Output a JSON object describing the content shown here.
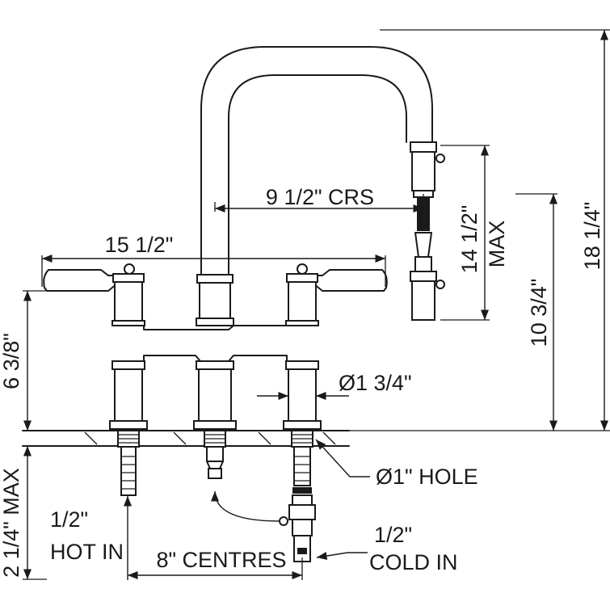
{
  "labels": {
    "crs": "9 1/2\" CRS",
    "width": "15 1/2\"",
    "height_deck": "6 3/8\"",
    "spray_max": "14 1/2\"",
    "spray_max_word": "MAX",
    "spout_height": "10 3/4\"",
    "total_height": "18 1/4\"",
    "shank_dia": "Ø1 3/4\"",
    "hole": "Ø1\" HOLE",
    "below_max": "2 1/4\" MAX",
    "hot_size": "1/2\"",
    "hot_in": "HOT IN",
    "centres": "8\" CENTRES",
    "cold_size": "1/2\"",
    "cold_in": "COLD IN"
  },
  "colors": {
    "line": "#1a1a1a",
    "background": "#ffffff"
  },
  "icons": {
    "arrowhead": "dimension-arrow"
  }
}
